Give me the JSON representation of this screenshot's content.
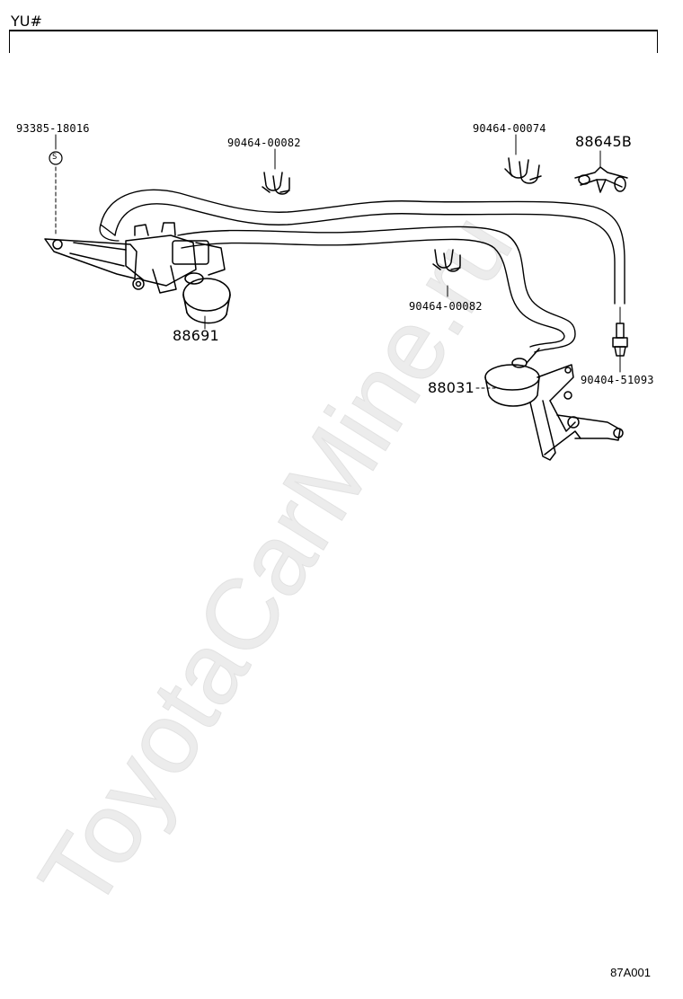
{
  "header": {
    "code": "YU#"
  },
  "labels": {
    "p93385": "93385-18016",
    "p90464a": "90464-00082",
    "p90464b": "90464-00074",
    "p88645": "88645B",
    "p88691": "88691",
    "p90464c": "90464-00082",
    "p88031": "88031",
    "p90404": "90404-51093",
    "s_mark": "S"
  },
  "footer": {
    "code": "87A001"
  },
  "watermark": "ToyotaCarMine.ru"
}
